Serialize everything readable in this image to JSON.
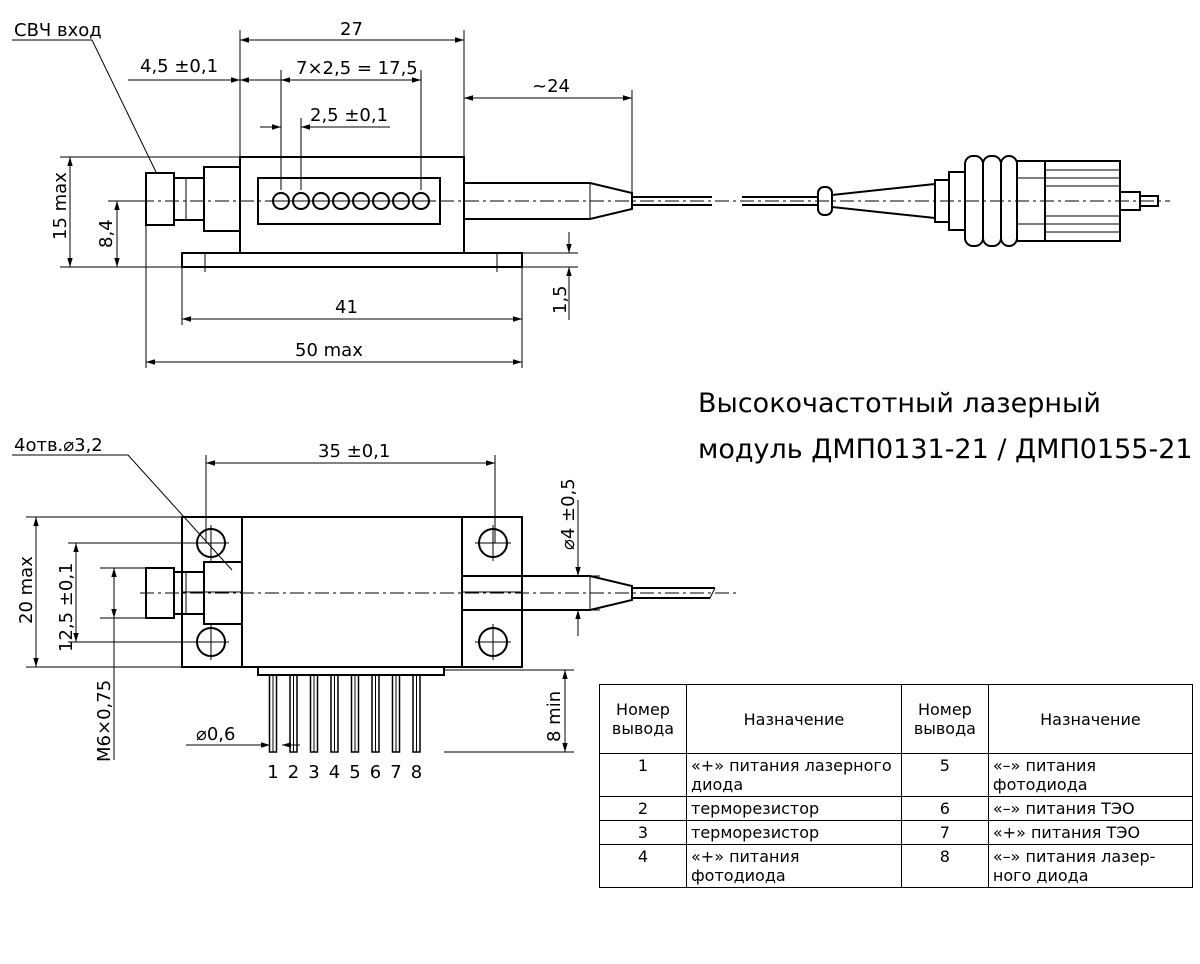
{
  "title": {
    "line1": "Высокочастотный лазерный",
    "line2": "модуль ДМП0131-21 / ДМП0155-21"
  },
  "top_view": {
    "rf_input": "СВЧ вход",
    "d_27": "27",
    "d_4_5": "4,5 ±0,1",
    "d_pitch_total": "7×2,5 = 17,5",
    "d_2_5": "2,5 ±0,1",
    "d_24": "~24",
    "d_15": "15 max",
    "d_8_4": "8,4",
    "d_41": "41",
    "d_1_5": "1,5",
    "d_50": "50 max"
  },
  "bottom_view": {
    "holes": "4отв.⌀3,2",
    "d_35": "35 ±0,1",
    "d_fiber": "⌀4 ±0,5",
    "d_20": "20 max",
    "d_12_5": "12,5 ±0,1",
    "thread": "М6×0,75",
    "d_8": "8 min",
    "d_pin": "⌀0,6",
    "pin_numbers": [
      "1",
      "2",
      "3",
      "4",
      "5",
      "6",
      "7",
      "8"
    ]
  },
  "table": {
    "header_num": "Номер вывода",
    "header_purpose": "Назначение",
    "rows": [
      {
        "n1": "1",
        "p1": "«+» питания лазерного диода",
        "n2": "5",
        "p2": "«–» питания фотодиода"
      },
      {
        "n1": "2",
        "p1": "терморезистор",
        "n2": "6",
        "p2": "«–» питания  ТЭО"
      },
      {
        "n1": "3",
        "p1": "терморезистор",
        "n2": "7",
        "p2": "«+» питания  ТЭО"
      },
      {
        "n1": "4",
        "p1": "«+» питания фотодиода",
        "n2": "8",
        "p2": "«–» питания лазер-ного диода"
      }
    ]
  }
}
